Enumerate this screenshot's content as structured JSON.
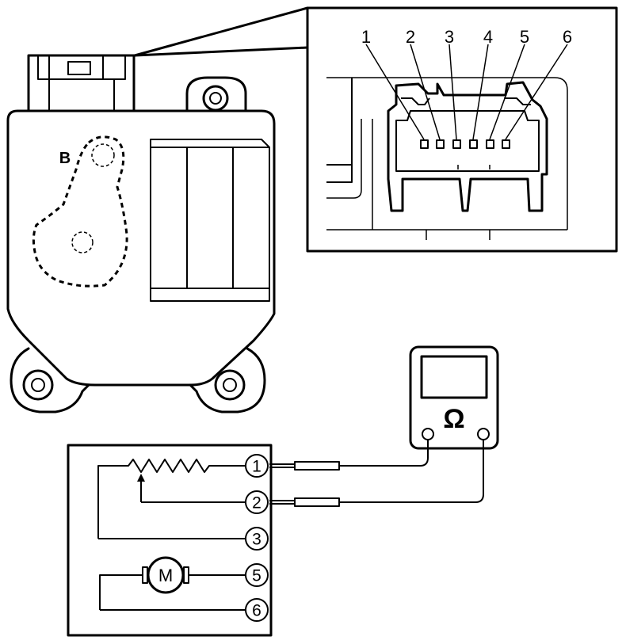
{
  "callout": {
    "view_label": "B",
    "pin_numbers": [
      "1",
      "2",
      "3",
      "4",
      "5",
      "6"
    ]
  },
  "meter": {
    "symbol": "Ω"
  },
  "circuit": {
    "terminals": [
      "1",
      "2",
      "3",
      "5",
      "6"
    ],
    "motor_label": "M"
  }
}
